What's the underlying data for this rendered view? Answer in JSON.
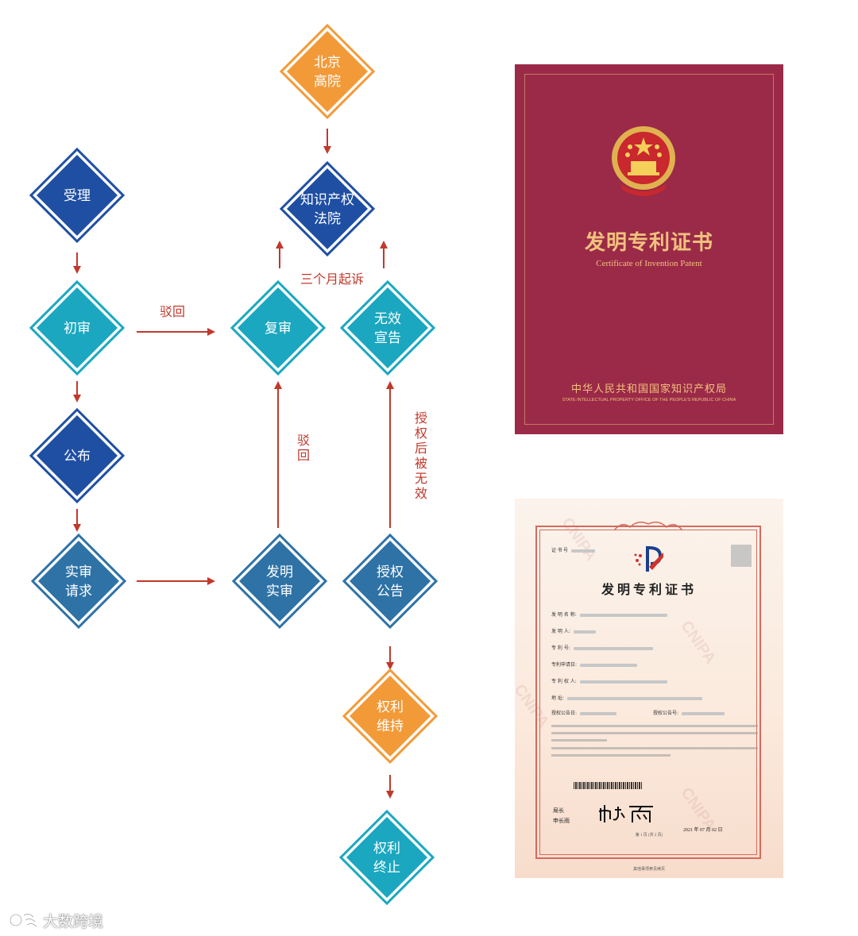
{
  "flowchart": {
    "nodes": [
      {
        "id": "accept",
        "lines": [
          "受理"
        ],
        "style": "royal"
      },
      {
        "id": "prelim",
        "lines": [
          "初审"
        ],
        "style": "cyan"
      },
      {
        "id": "publish",
        "lines": [
          "公布"
        ],
        "style": "royal"
      },
      {
        "id": "exam_request",
        "lines": [
          "实审",
          "请求"
        ],
        "style": "steel"
      },
      {
        "id": "reexam",
        "lines": [
          "复审"
        ],
        "style": "cyan"
      },
      {
        "id": "invention_exam",
        "lines": [
          "发明",
          "实审"
        ],
        "style": "steel"
      },
      {
        "id": "beijing_court",
        "lines": [
          "北京",
          "高院"
        ],
        "style": "orange"
      },
      {
        "id": "ip_court",
        "lines": [
          "知识产权",
          "法院"
        ],
        "style": "royal"
      },
      {
        "id": "invalid_decl",
        "lines": [
          "无效",
          "宣告"
        ],
        "style": "cyan"
      },
      {
        "id": "grant",
        "lines": [
          "授权",
          "公告"
        ],
        "style": "steel"
      },
      {
        "id": "maintain",
        "lines": [
          "权利",
          "维持"
        ],
        "style": "orange"
      },
      {
        "id": "terminate",
        "lines": [
          "权利",
          "终止"
        ],
        "style": "cyan"
      }
    ],
    "edge_labels": {
      "reject_h": "驳回",
      "reject_v": "驳回",
      "lawsuit": "三个月起诉",
      "invalidated": "授权后被无效"
    },
    "colors": {
      "royal": "#1f4fa3",
      "cyan": "#1ba7bf",
      "steel": "#2e72a6",
      "orange": "#f29a38",
      "arrow": "#c0392b"
    }
  },
  "cover": {
    "title": "发明专利证书",
    "subtitle": "Certificate of Invention Patent",
    "issuer": "中华人民共和国国家知识产权局",
    "issuer_en": "STATE INTELLECTUAL PROPERTY OFFICE OF THE PEOPLE'S REPUBLIC OF CHINA"
  },
  "certificate": {
    "watermark": "CNIPA",
    "title": "发明专利证书",
    "fields": {
      "name": "发 明 名 称:",
      "inventor": "发 明 人:",
      "patent_no": "专 利 号:",
      "filing_date": "专利申请日:",
      "holder": "专 利 权 人:",
      "address": "地 址:",
      "grant_date": "授权公告日:",
      "grant_no": "授权公告号:"
    },
    "signature_role_1": "局长",
    "signature_role_2": "申长雨",
    "signature_name": "申长雨",
    "date": "2021 年 07 月 02 日"
  },
  "brand": {
    "text": "大数跨境"
  }
}
